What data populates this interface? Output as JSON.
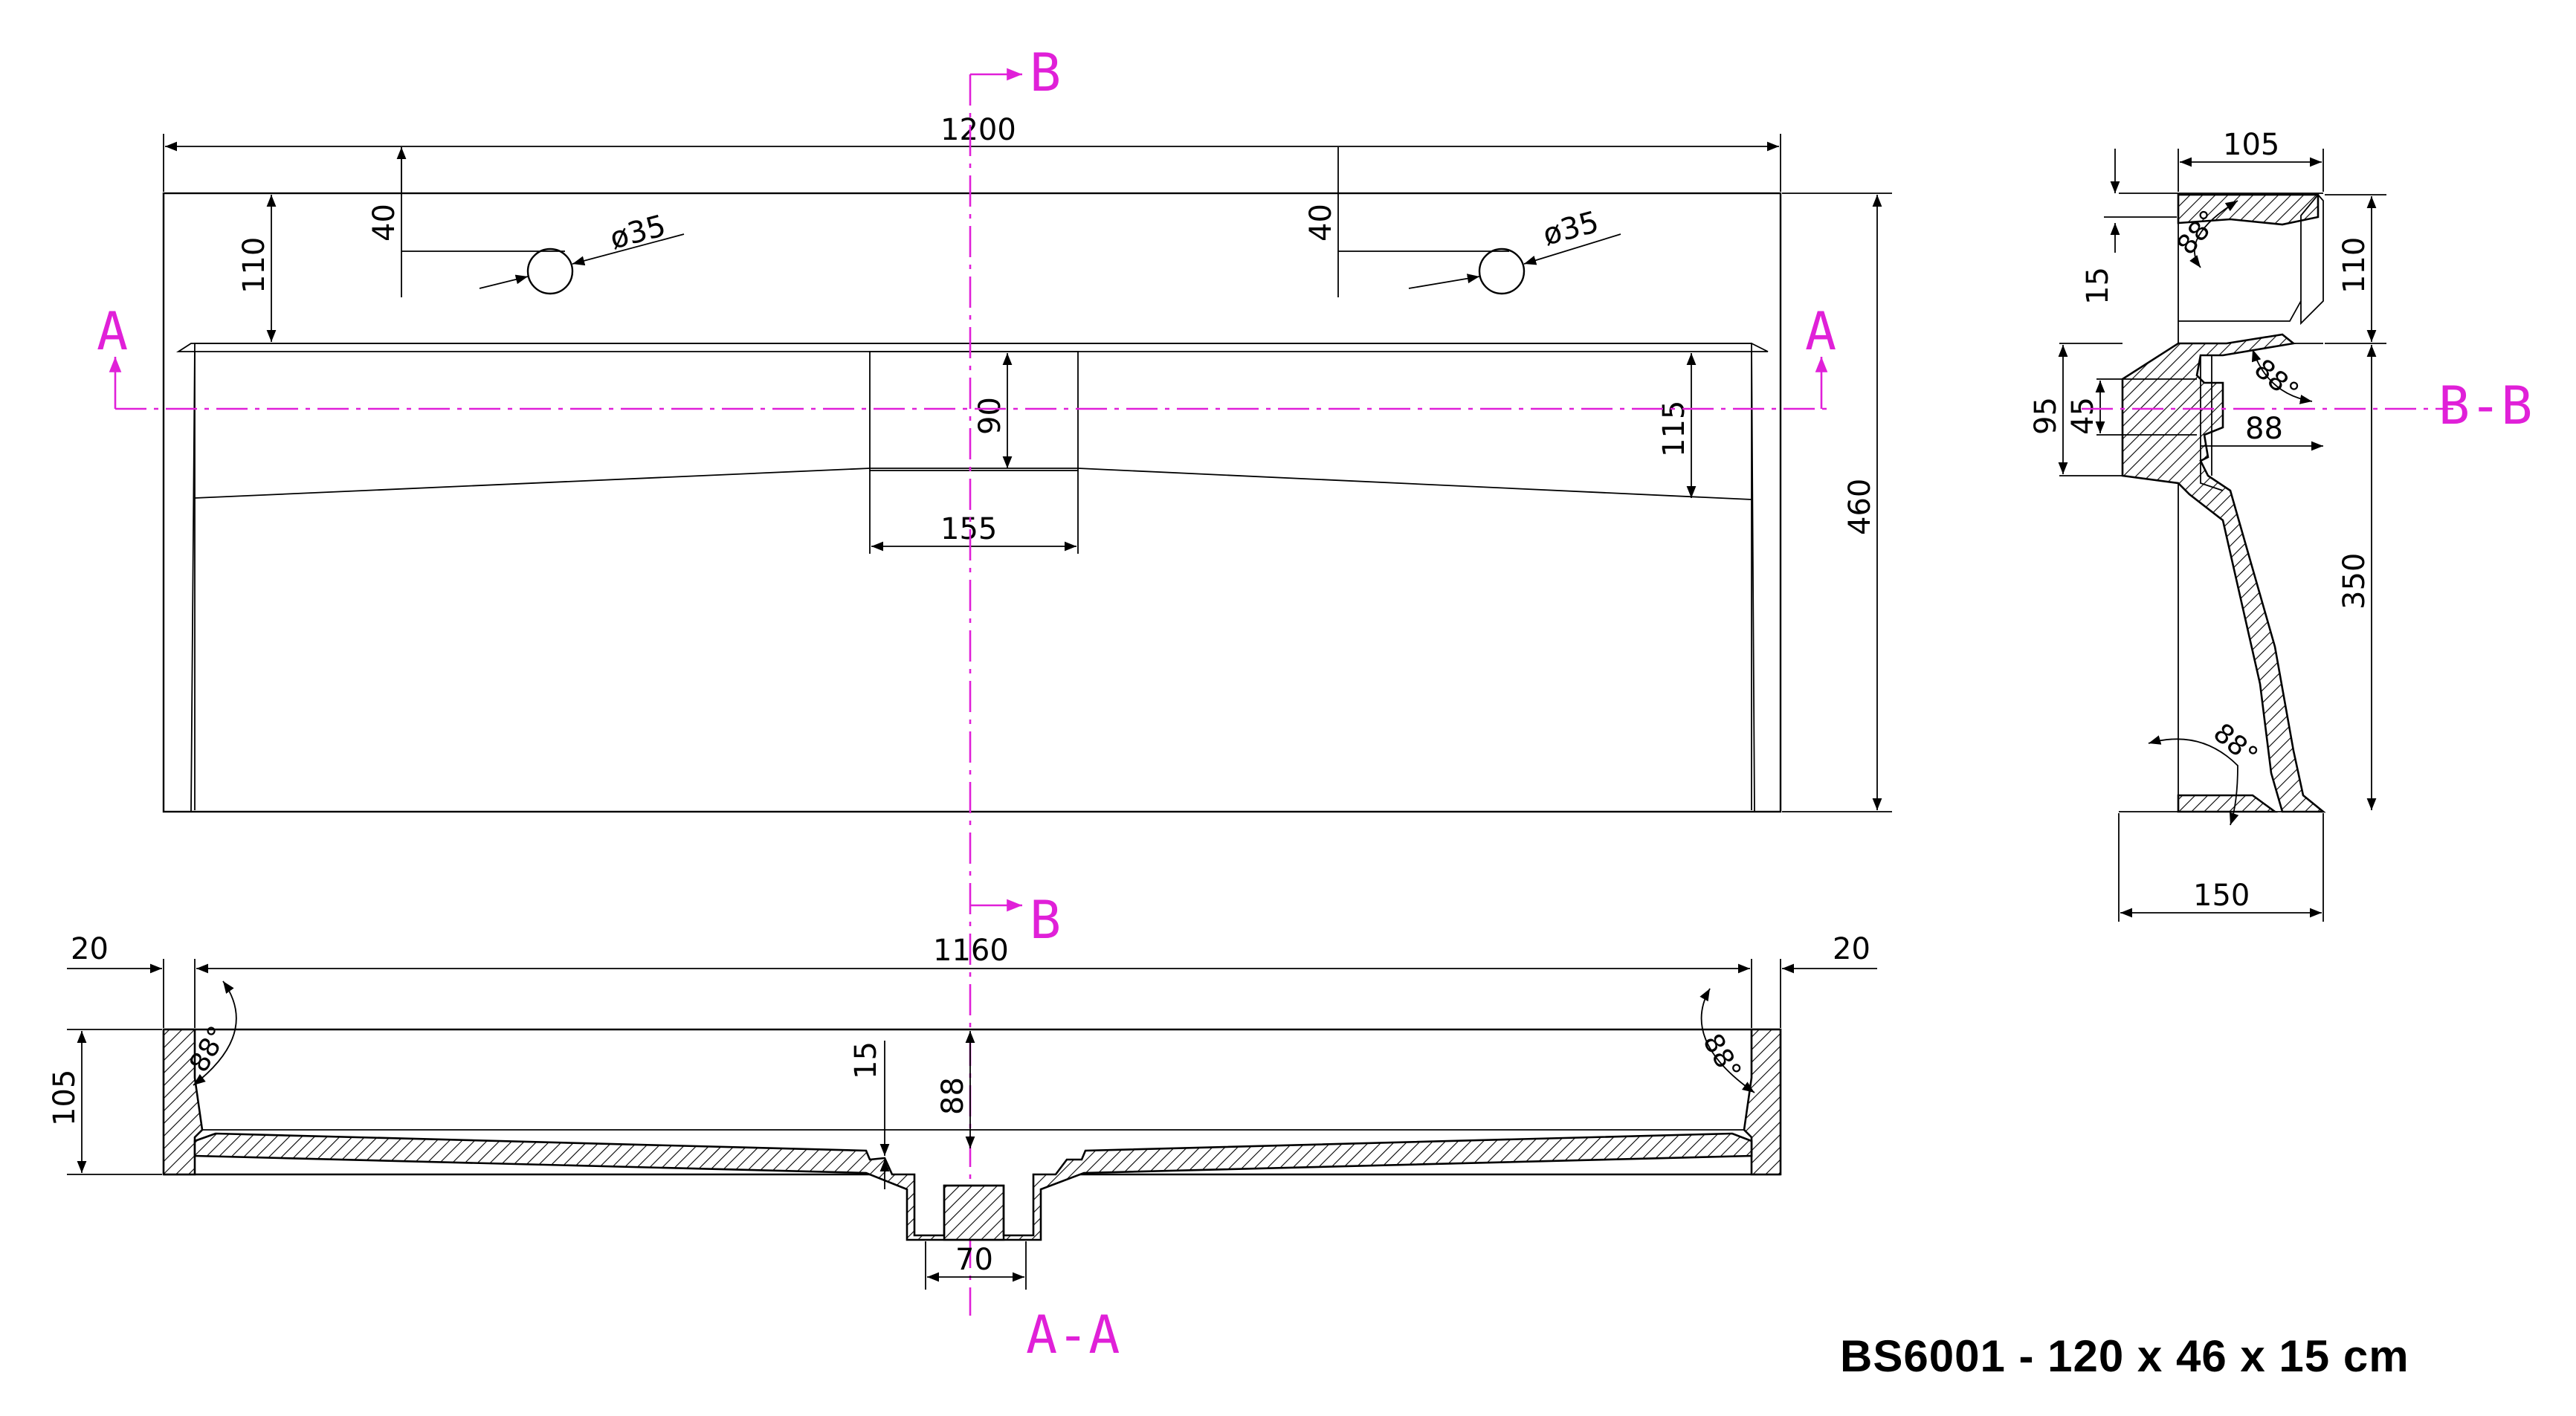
{
  "title": "BS6001 - 120 x 46 x 15 cm",
  "section_labels": {
    "a_left": "A",
    "a_right": "A",
    "b_top": "B",
    "b_bottom": "B",
    "section_aa": "A-A",
    "section_bb": "B-B"
  },
  "top_view": {
    "overall_width": "1200",
    "overall_depth": "460",
    "tap_hole_left_offset": "40",
    "tap_hole_right_offset": "40",
    "tap_hole_left_diameter": "ø35",
    "tap_hole_right_diameter": "ø35",
    "rim_depth": "110",
    "drain_slot_depth": "90",
    "drain_slot_width": "155",
    "bowl_slope_depth": "115"
  },
  "section_aa_view": {
    "rim_left": "20",
    "rim_right": "20",
    "inner_width": "1160",
    "height": "105",
    "floor_thickness": "15",
    "drain_depth": "88",
    "drain_width": "70",
    "angle_left": "88°",
    "angle_right": "88°"
  },
  "section_bb_view": {
    "top_width": "105",
    "bottom_width": "150",
    "rim_height": "110",
    "lower_height": "350",
    "top_thickness": "15",
    "front_height": "95",
    "front_inner": "45",
    "front_depth": "88",
    "angle_top": "88°",
    "angle_mid": "88°",
    "angle_bottom": "88°"
  }
}
